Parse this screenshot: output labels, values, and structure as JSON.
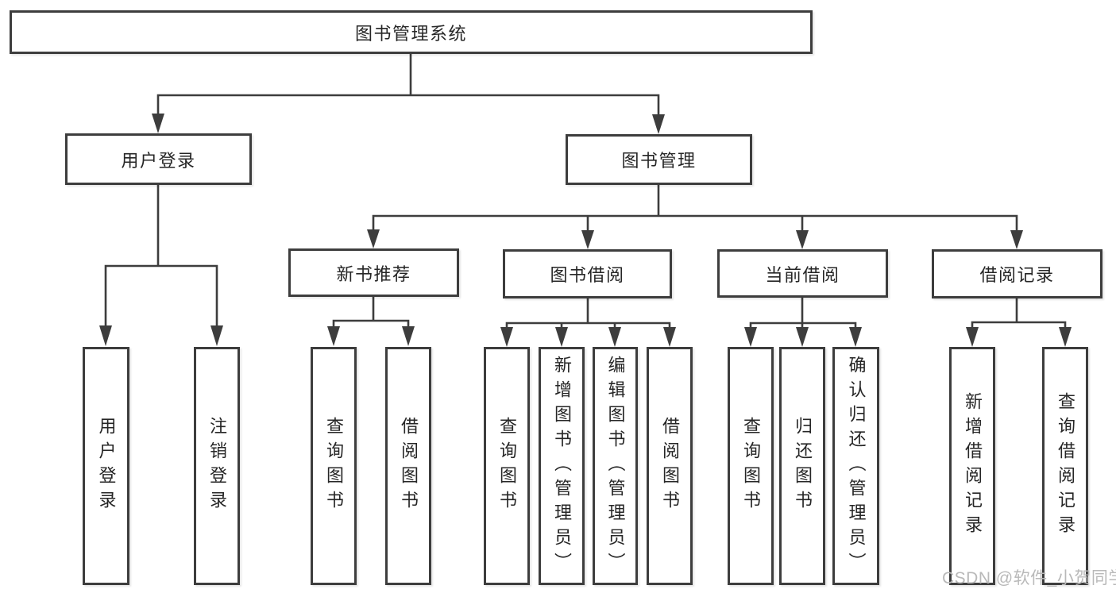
{
  "diagram": {
    "root": {
      "label": "图书管理系统"
    },
    "branches": [
      {
        "label": "用户登录",
        "children": [
          {
            "label": "用户登录"
          },
          {
            "label": "注销登录"
          }
        ]
      },
      {
        "label": "图书管理",
        "sections": [
          {
            "label": "新书推荐",
            "children": [
              {
                "label": "查询图书"
              },
              {
                "label": "借阅图书"
              }
            ]
          },
          {
            "label": "图书借阅",
            "children": [
              {
                "label": "查询图书"
              },
              {
                "label": "新增图书（管理员）"
              },
              {
                "label": "编辑图书（管理员）"
              },
              {
                "label": "借阅图书"
              }
            ]
          },
          {
            "label": "当前借阅",
            "children": [
              {
                "label": "查询图书"
              },
              {
                "label": "归还图书"
              },
              {
                "label": "确认归还（管理员）"
              }
            ]
          },
          {
            "label": "借阅记录",
            "children": [
              {
                "label": "新增借阅记录"
              },
              {
                "label": "查询借阅记录"
              }
            ]
          }
        ]
      }
    ]
  },
  "watermark": {
    "text": "CSDN @软件_小贺同学"
  },
  "colors": {
    "line": "#3d3d3d",
    "text": "#262626",
    "watermark": "#b9b9b9",
    "background": "#ffffff"
  }
}
